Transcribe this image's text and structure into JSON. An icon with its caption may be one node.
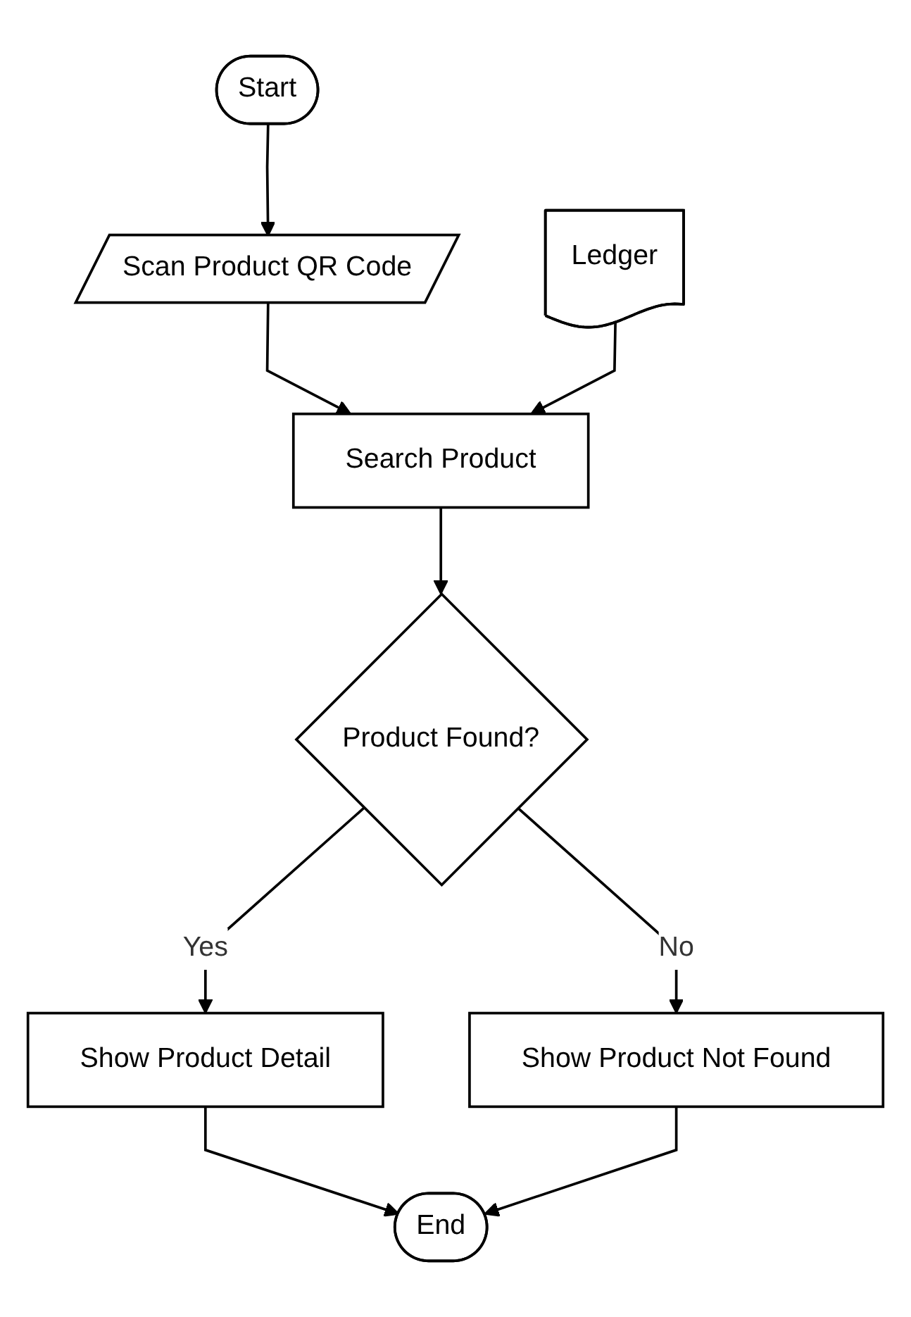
{
  "diagram": {
    "nodes": [
      {
        "text": [
          "Start"
        ]
      },
      {
        "text": [
          "Scan Product QR Code"
        ]
      },
      {
        "text": [
          "Ledger"
        ]
      },
      {
        "text": [
          "Search Product"
        ]
      },
      {
        "text": [
          "Product Found?"
        ]
      },
      {
        "text": [
          "Show Product Detail"
        ]
      },
      {
        "text": [
          "Show Product Not Found"
        ]
      },
      {
        "text": [
          "End"
        ]
      }
    ],
    "edges": [
      {
        "from": 0,
        "to": 1,
        "arrow": "to"
      },
      {
        "from": 1,
        "to": 3,
        "arrow": "to"
      },
      {
        "from": 2,
        "to": 3,
        "arrow": "to"
      },
      {
        "from": 3,
        "to": 4,
        "arrow": "to"
      },
      {
        "from": 4,
        "to": 5,
        "arrow": "to",
        "label": "Yes"
      },
      {
        "from": 4,
        "to": 6,
        "arrow": "to",
        "label": "No"
      },
      {
        "from": 5,
        "to": 7,
        "arrow": "to"
      },
      {
        "from": 6,
        "to": 7,
        "arrow": "to"
      }
    ]
  }
}
